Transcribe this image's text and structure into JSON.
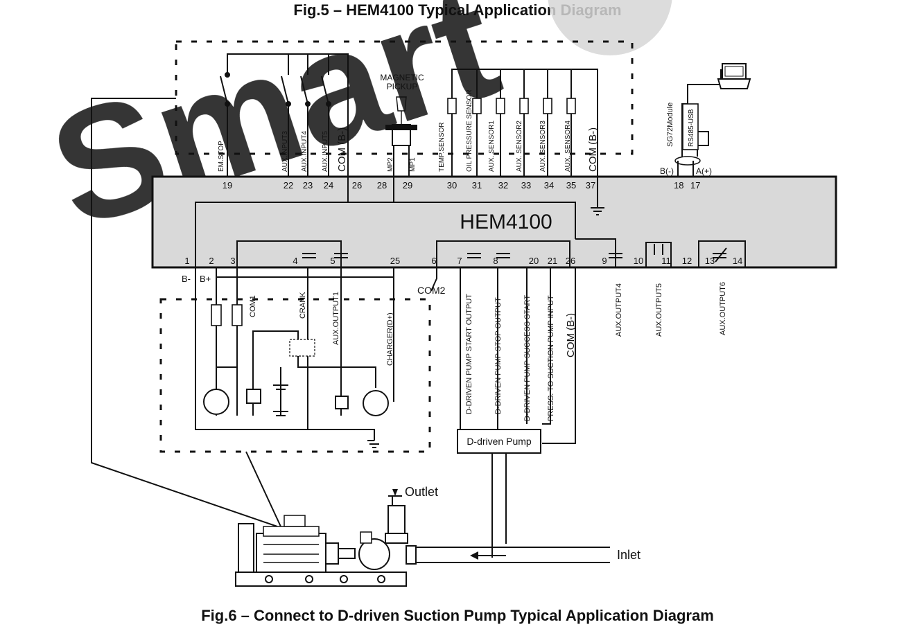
{
  "titles": {
    "fig5": "Fig.5 – HEM4100 Typical Application Diagram",
    "fig6": "Fig.6 – Connect to D-driven Suction Pump Typical Application Diagram"
  },
  "watermark": "Smart",
  "controller": {
    "name": "HEM4100"
  },
  "top_terminals": [
    {
      "pin": "19",
      "label": "EM.STOP"
    },
    {
      "pin": "22",
      "label": "AUX.INPUT3"
    },
    {
      "pin": "23",
      "label": "AUX.INPUT4"
    },
    {
      "pin": "24",
      "label": "AUX.INPUT5"
    },
    {
      "pin": "26",
      "label": "COM (B-)"
    },
    {
      "pin": "28",
      "label": "MP2"
    },
    {
      "pin": "29",
      "label": "MP1"
    },
    {
      "pin": "30",
      "label": "TEMP.SENSOR"
    },
    {
      "pin": "31",
      "label": "OIL PRESSURE SENSOR"
    },
    {
      "pin": "32",
      "label": "AUX. SENSOR1"
    },
    {
      "pin": "33",
      "label": "AUX. SENSOR2"
    },
    {
      "pin": "34",
      "label": "AUX. SENSOR3"
    },
    {
      "pin": "35",
      "label": "AUX. SENSOR4"
    },
    {
      "pin": "37",
      "label": "COM (B-)"
    }
  ],
  "comm": {
    "pins": [
      "18",
      "17"
    ],
    "b_label": "B(-)",
    "a_label": "A(+)",
    "module": "SG72Module",
    "adapter": "RS485-USB"
  },
  "magnetic_pickup": "MAGNETIC\nPICKUP",
  "mp_line1": "MAGNETIC",
  "mp_line2": "PICKUP",
  "bottom_pins": [
    "1",
    "2",
    "3",
    "4",
    "5",
    "25",
    "6",
    "7",
    "8",
    "20",
    "21",
    "26",
    "9",
    "10",
    "11",
    "12",
    "13",
    "14"
  ],
  "supply": {
    "b_minus": "B-",
    "b_plus": "B+"
  },
  "left_outputs": [
    {
      "label": "COM1"
    },
    {
      "label": "CRANK"
    },
    {
      "label": "AUX.OUTPUT1"
    },
    {
      "label": "CHARGER(D+)"
    }
  ],
  "com2": "COM2",
  "pump_outputs": [
    {
      "label": "D-DRIVEN PUMP START OUTPUT"
    },
    {
      "label": "D-DRIVEN PUMP STOP OUTPUT"
    },
    {
      "label": "D-DRIVEN PUMP SUCCESS START"
    },
    {
      "label": "PRESS. TO SUCTION PUMP INPUT"
    },
    {
      "label": "COM (B-)"
    }
  ],
  "aux_outputs": [
    {
      "label": "AUX.OUTPUT4"
    },
    {
      "label": "AUX.OUTPUT5"
    },
    {
      "label": "AUX.OUTPUT6"
    }
  ],
  "pump_box": "D-driven Pump",
  "outlet": "Outlet",
  "inlet": "Inlet",
  "colors": {
    "watermark": "#e8202a",
    "body": "#d9d9d9",
    "line": "#111111"
  }
}
